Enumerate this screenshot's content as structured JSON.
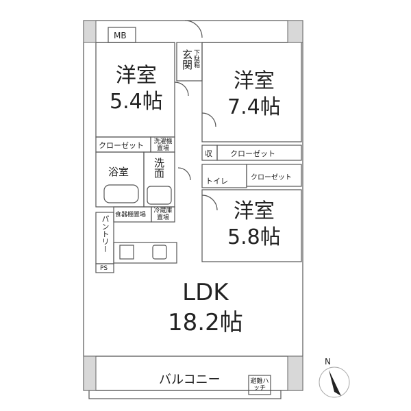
{
  "rooms": {
    "bed1": {
      "name": "洋室",
      "size": "5.4帖"
    },
    "bed2": {
      "name": "洋室",
      "size": "7.4帖"
    },
    "bed3": {
      "name": "洋室",
      "size": "5.8帖"
    },
    "ldk": {
      "name": "LDK",
      "size": "18.2帖"
    }
  },
  "labels": {
    "mb": "MB",
    "entrance": "玄関",
    "shoe": "下駄箱",
    "closet_left": "クローゼット",
    "washer": "洗濯機置場",
    "bath": "浴室",
    "wash": "洗面",
    "storage": "収",
    "closet_right": "クローゼット",
    "toilet": "トイレ",
    "closet_small": "クローゼット",
    "dish": "食器棚置場",
    "fridge": "冷蔵庫置場",
    "pantry": "パントリー",
    "ps": "PS",
    "balcony": "バルコニー",
    "hatch": "避難ハッチ",
    "north": "N"
  }
}
